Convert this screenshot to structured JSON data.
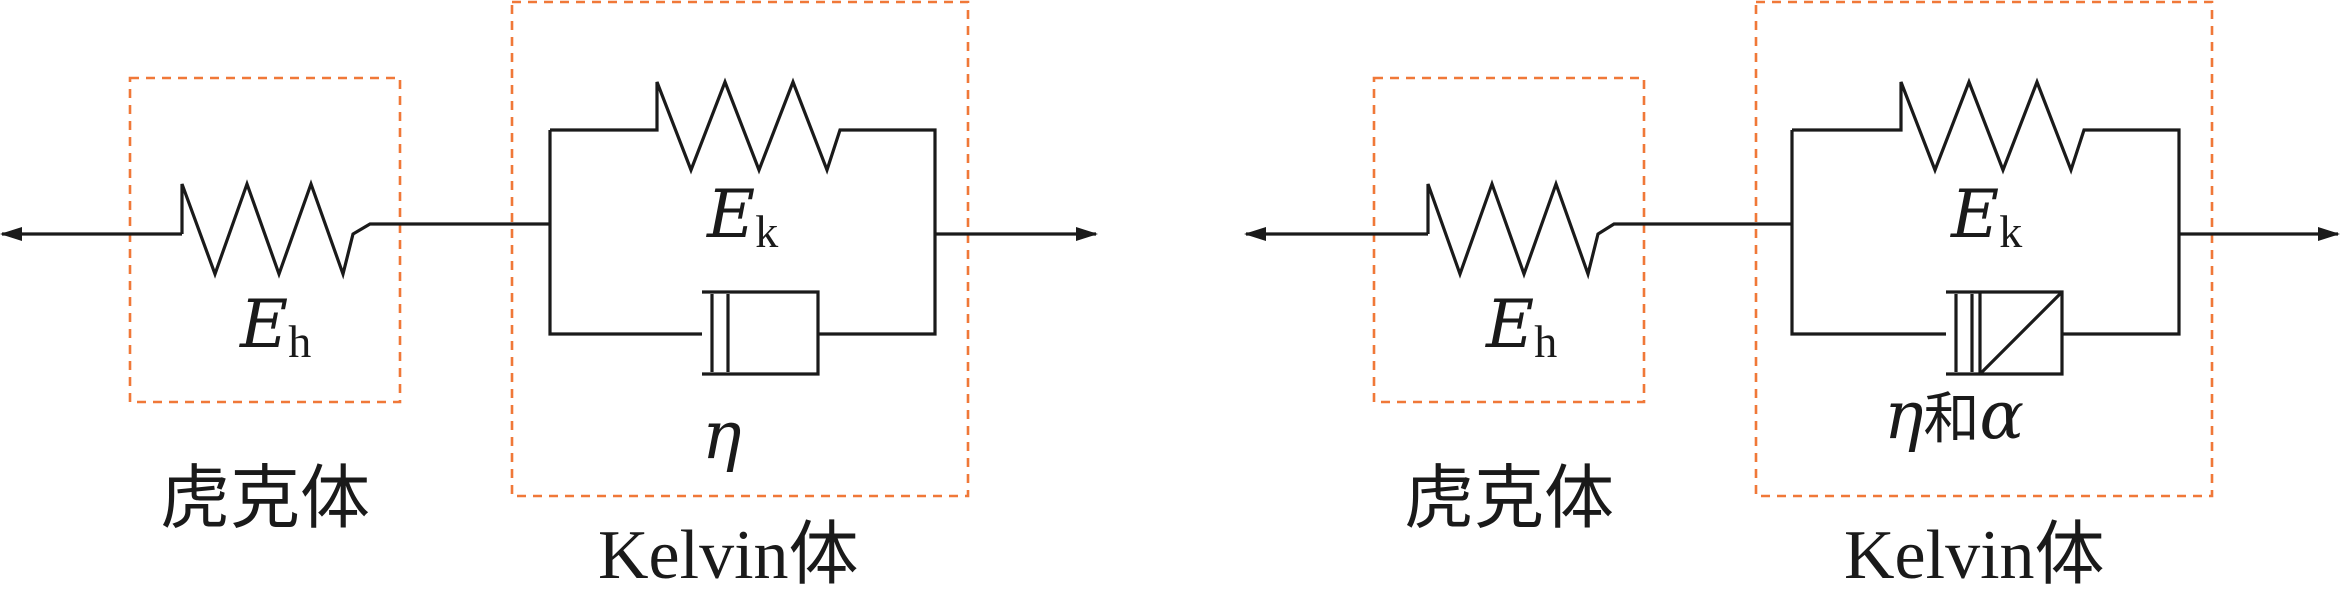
{
  "colors": {
    "line": "#1a1a1a",
    "dashed_box": "#f07838"
  },
  "left_model": {
    "hooke_spring": {
      "symbol": "E",
      "subscript": "h"
    },
    "hooke_label": "虎克体",
    "kelvin_spring": {
      "symbol": "E",
      "subscript": "k"
    },
    "kelvin_damper": {
      "symbol": "η"
    },
    "kelvin_label_latin": "Kelvin",
    "kelvin_label_cjk": "体"
  },
  "right_model": {
    "hooke_spring": {
      "symbol": "E",
      "subscript": "h"
    },
    "hooke_label": "虎克体",
    "kelvin_spring": {
      "symbol": "E",
      "subscript": "k"
    },
    "kelvin_element": {
      "symbol_a": "η",
      "conjunction": "和",
      "symbol_b": "α"
    },
    "kelvin_label_latin": "Kelvin",
    "kelvin_label_cjk": "体"
  }
}
